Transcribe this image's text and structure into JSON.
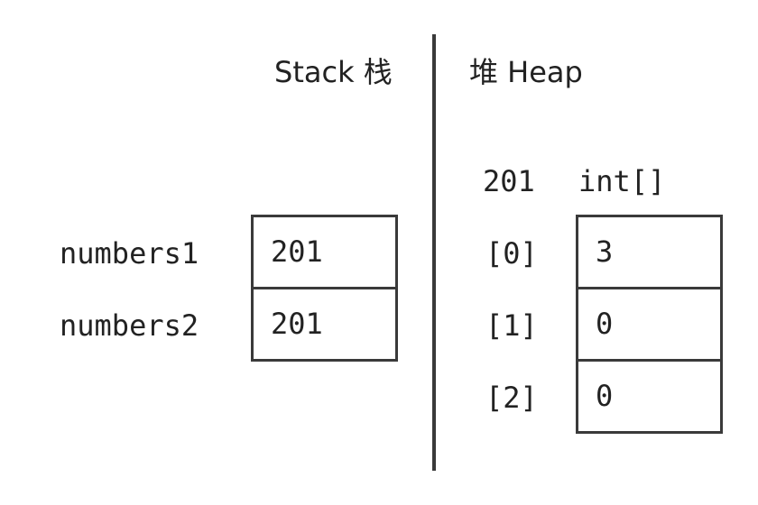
{
  "stack": {
    "title": "Stack 栈",
    "variables": [
      {
        "name": "numbers1",
        "value": "201"
      },
      {
        "name": "numbers2",
        "value": "201"
      }
    ]
  },
  "heap": {
    "title": "堆 Heap",
    "address": "201",
    "type": "int[]",
    "elements": [
      {
        "index": "[0]",
        "value": "3"
      },
      {
        "index": "[1]",
        "value": "0"
      },
      {
        "index": "[2]",
        "value": "0"
      }
    ]
  }
}
